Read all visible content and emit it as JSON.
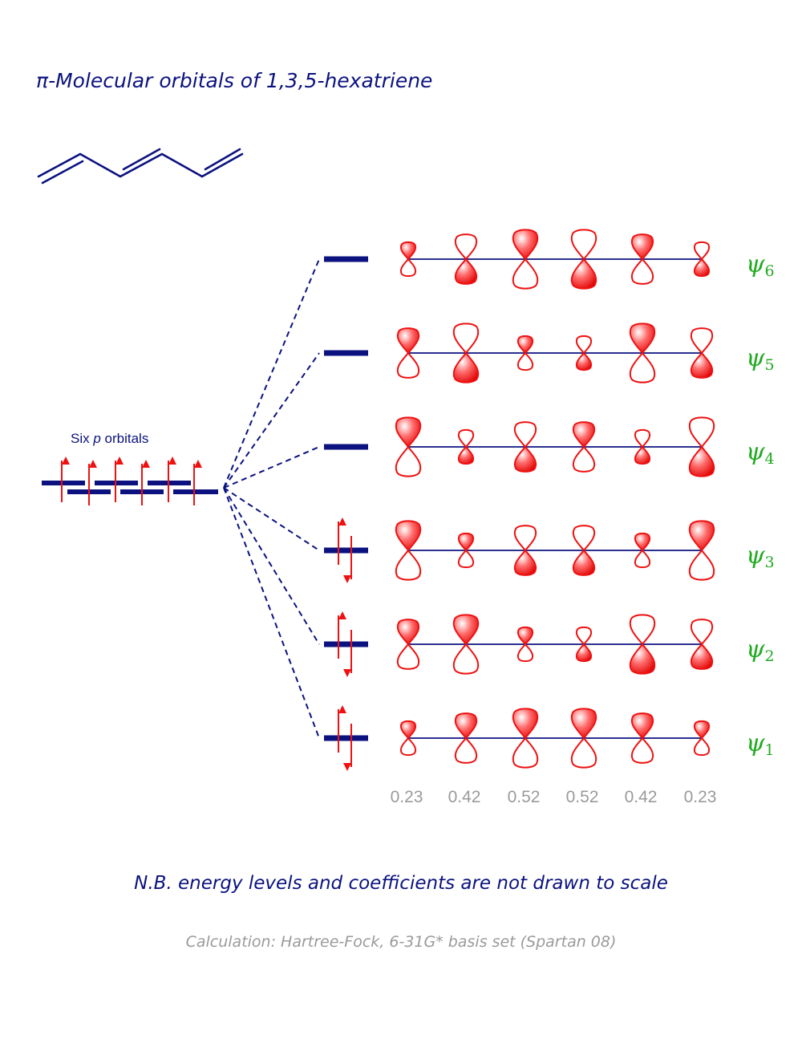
{
  "title": {
    "symbol": "π",
    "text": "-Molecular orbitals of 1,3,5-hexatriene"
  },
  "atomic_orbitals_label": {
    "prefix": "Six ",
    "symbol": "p",
    "suffix": " orbitals"
  },
  "molecular_orbitals": [
    {
      "label": "ψ",
      "index": "6",
      "electrons": 0,
      "lobe_sizes": [
        "small",
        "medium",
        "large",
        "large",
        "medium",
        "small"
      ],
      "upper_lobe_filled": [
        true,
        false,
        true,
        false,
        true,
        false
      ]
    },
    {
      "label": "ψ",
      "index": "5",
      "electrons": 0,
      "lobe_sizes": [
        "medium",
        "large",
        "small",
        "small",
        "large",
        "medium"
      ],
      "upper_lobe_filled": [
        true,
        false,
        true,
        false,
        true,
        false
      ]
    },
    {
      "label": "ψ",
      "index": "4",
      "electrons": 0,
      "lobe_sizes": [
        "large",
        "small",
        "medium",
        "medium",
        "small",
        "large"
      ],
      "upper_lobe_filled": [
        true,
        false,
        false,
        true,
        false,
        false
      ]
    },
    {
      "label": "ψ",
      "index": "3",
      "electrons": 2,
      "lobe_sizes": [
        "large",
        "small",
        "medium",
        "medium",
        "small",
        "large"
      ],
      "upper_lobe_filled": [
        true,
        true,
        false,
        false,
        true,
        true
      ]
    },
    {
      "label": "ψ",
      "index": "2",
      "electrons": 2,
      "lobe_sizes": [
        "medium",
        "large",
        "small",
        "small",
        "large",
        "medium"
      ],
      "upper_lobe_filled": [
        true,
        true,
        true,
        false,
        false,
        false
      ]
    },
    {
      "label": "ψ",
      "index": "1",
      "electrons": 2,
      "lobe_sizes": [
        "small",
        "medium",
        "large",
        "large",
        "medium",
        "small"
      ],
      "upper_lobe_filled": [
        true,
        true,
        true,
        true,
        true,
        true
      ]
    }
  ],
  "coefficients": [
    "0.23",
    "0.42",
    "0.52",
    "0.52",
    "0.42",
    "0.23"
  ],
  "note": "N.B. energy levels and coefficients are not drawn to scale",
  "calculation": "Calculation: Hartree-Fock, 6-31G* basis set (Spartan 08)",
  "colors": {
    "navy": "#0b127f",
    "orbital_red": "#ee1111",
    "psi_green": "#22aa22",
    "gray_text": "#9a9a9a"
  }
}
